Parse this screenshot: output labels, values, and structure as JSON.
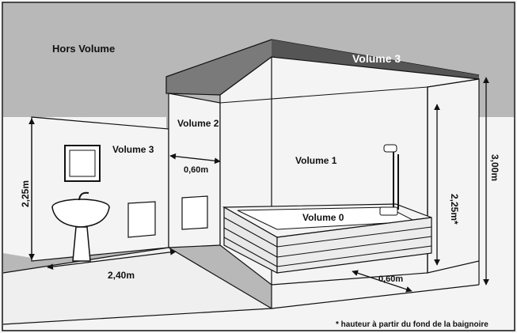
{
  "labels": {
    "outside": "Hors Volume",
    "volume3_top": "Volume 3",
    "volume3_left": "Volume 3",
    "volume2": "Volume 2",
    "volume1": "Volume 1",
    "volume0": "Volume 0"
  },
  "dimensions": {
    "wall_height": "2,25m",
    "floor_width": "2,40m",
    "volume2_width": "0,60m",
    "shower_height": "2,25m*",
    "ceiling_height": "3,00m",
    "bath_offset": "0,60m"
  },
  "footnote": "* hauteur à partir du fond de la baignoire",
  "colors": {
    "ceiling_band": "#7a7a7a",
    "back_wall": "#b8b8b8",
    "walls": "#f4f4f4",
    "lines": "#111111"
  }
}
